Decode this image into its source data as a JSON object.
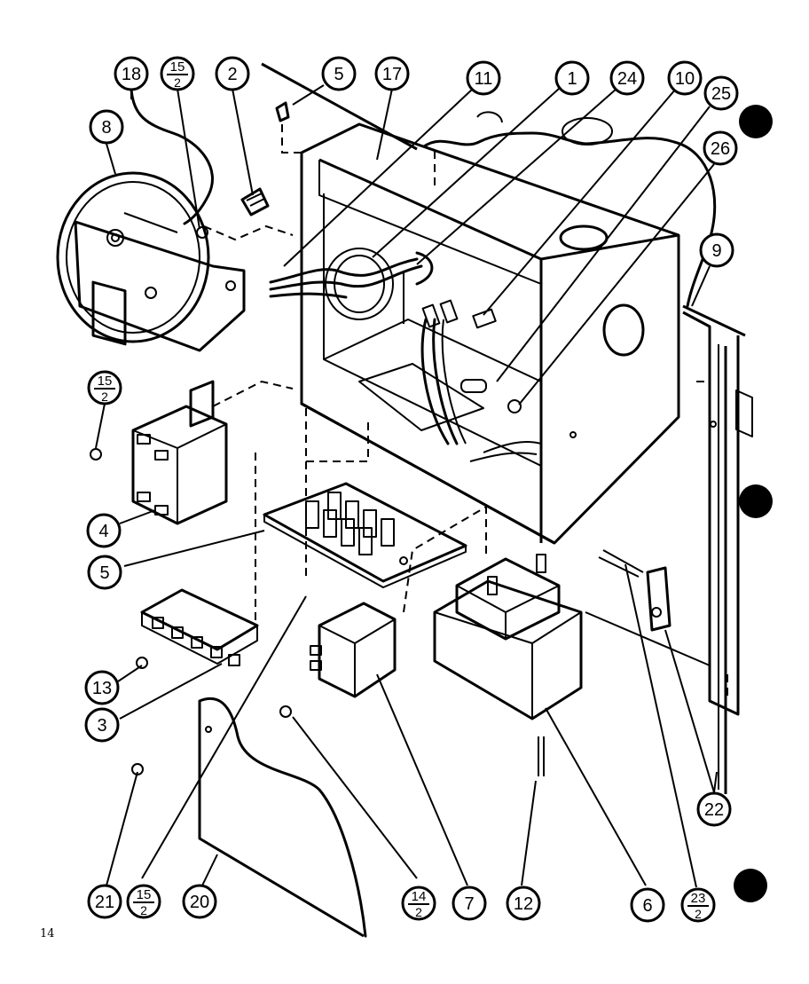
{
  "page": {
    "page_number": "14"
  },
  "callouts": [
    {
      "id": "c18",
      "label": "18"
    },
    {
      "id": "c15a",
      "num": "15",
      "den": "2"
    },
    {
      "id": "c2",
      "label": "2"
    },
    {
      "id": "c5top",
      "label": "5"
    },
    {
      "id": "c17",
      "label": "17"
    },
    {
      "id": "c11",
      "label": "11"
    },
    {
      "id": "c1",
      "label": "1"
    },
    {
      "id": "c24",
      "label": "24"
    },
    {
      "id": "c10",
      "label": "10"
    },
    {
      "id": "c25",
      "label": "25"
    },
    {
      "id": "c8",
      "label": "8"
    },
    {
      "id": "c26",
      "label": "26"
    },
    {
      "id": "c9",
      "label": "9"
    },
    {
      "id": "c15b",
      "num": "15",
      "den": "2"
    },
    {
      "id": "c4",
      "label": "4"
    },
    {
      "id": "c5mid",
      "label": "5"
    },
    {
      "id": "c13",
      "label": "13"
    },
    {
      "id": "c3",
      "label": "3"
    },
    {
      "id": "c22",
      "label": "22"
    },
    {
      "id": "c21",
      "label": "21"
    },
    {
      "id": "c15c",
      "num": "15",
      "den": "2"
    },
    {
      "id": "c20",
      "label": "20"
    },
    {
      "id": "c14",
      "num": "14",
      "den": "2"
    },
    {
      "id": "c7",
      "label": "7"
    },
    {
      "id": "c12",
      "label": "12"
    },
    {
      "id": "c6",
      "label": "6"
    },
    {
      "id": "c23",
      "num": "23",
      "den": "2"
    }
  ]
}
